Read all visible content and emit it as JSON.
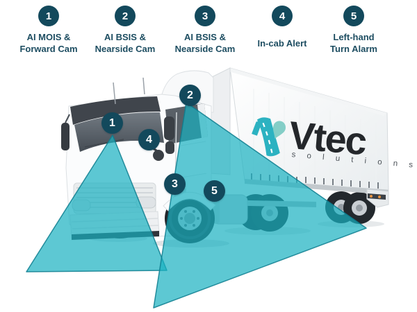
{
  "legend": {
    "items": [
      {
        "number": "1",
        "line1": "AI MOIS &",
        "line2": "Forward Cam"
      },
      {
        "number": "2",
        "line1": "AI BSIS &",
        "line2": "Nearside Cam"
      },
      {
        "number": "3",
        "line1": "AI BSIS &",
        "line2": "Nearside Cam"
      },
      {
        "number": "4",
        "line1": "In-cab Alert",
        "line2": ""
      },
      {
        "number": "5",
        "line1": "Left-hand",
        "line2": "Turn Alarm"
      }
    ]
  },
  "markers": [
    {
      "number": "1"
    },
    {
      "number": "2"
    },
    {
      "number": "3"
    },
    {
      "number": "4"
    },
    {
      "number": "5"
    }
  ],
  "logo": {
    "brand": "Vtec",
    "subtitle": "s o l u t i o n s"
  },
  "colors": {
    "marker-bg": "#13495c",
    "legend-text": "#1d4d61",
    "cone-fill": "rgba(24,177,193,0.70)",
    "cone-edge": "rgba(13,125,142,0.85)",
    "logo-road": "#2cb2c1",
    "logo-pin": "#84cec7",
    "logo-text": "#24272b",
    "logo-sub": "#4d5359"
  }
}
